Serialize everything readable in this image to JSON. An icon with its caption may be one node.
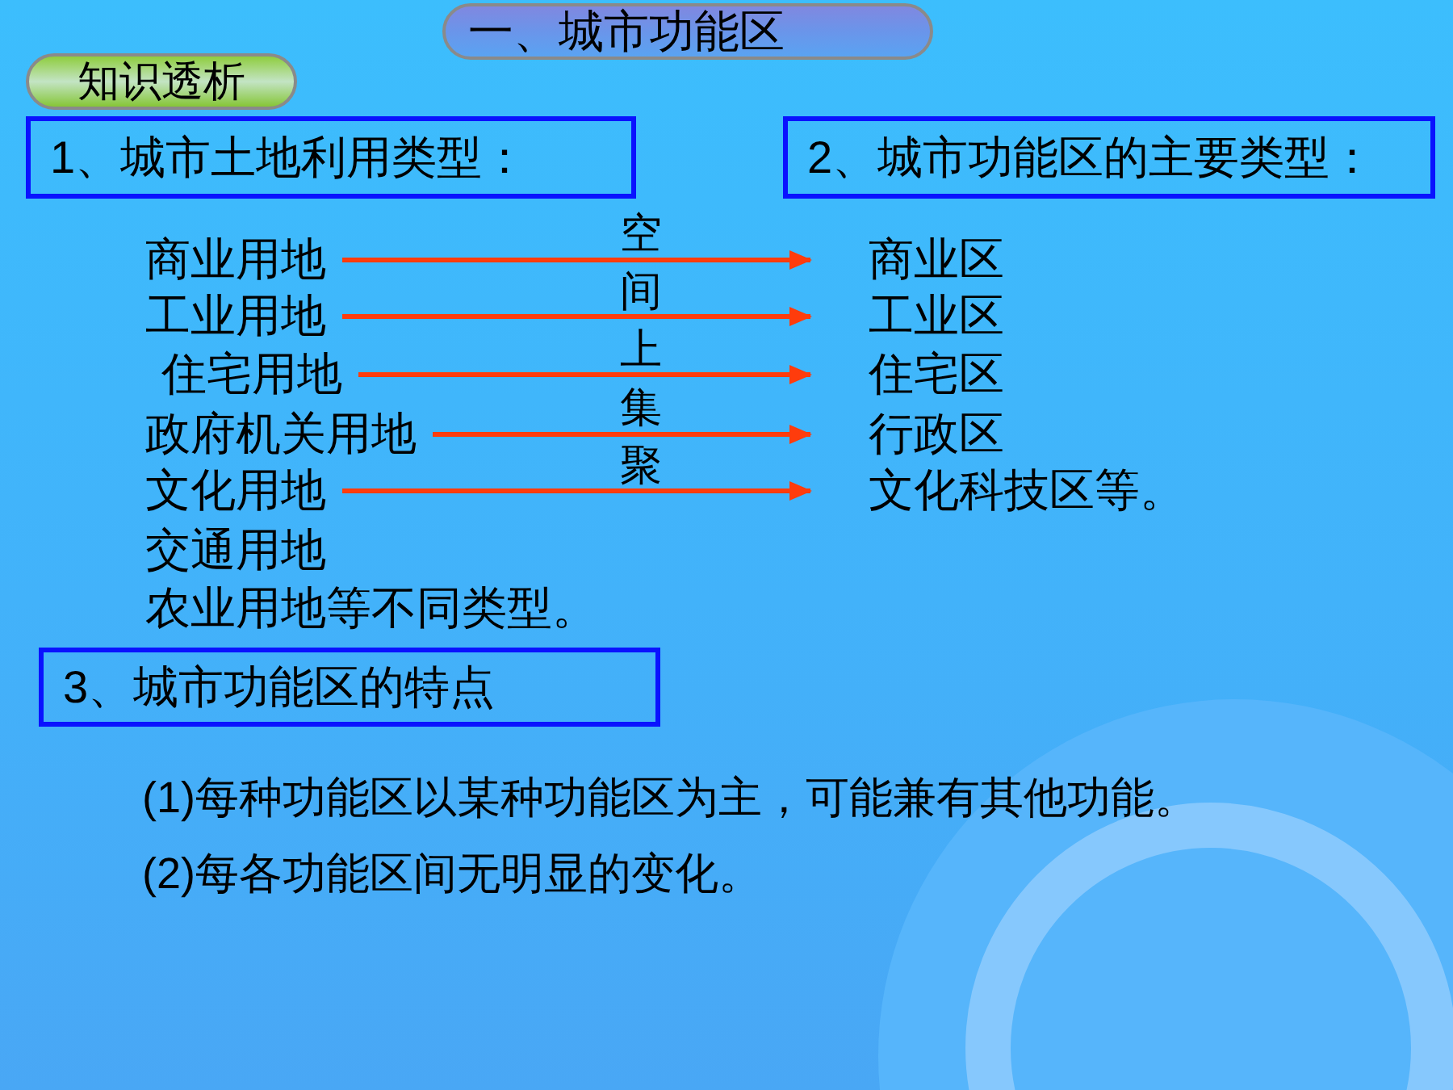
{
  "diagram": {
    "title": "一、城市功能区",
    "nodes": [
      {
        "text": [
          "知识透析"
        ]
      },
      {
        "text": [
          "1、城市土地利用类型："
        ]
      },
      {
        "text": [
          "2、城市功能区的主要类型："
        ]
      },
      {
        "text": [
          "商业用地"
        ]
      },
      {
        "text": [
          "工业用地"
        ]
      },
      {
        "text": [
          "住宅用地"
        ]
      },
      {
        "text": [
          "政府机关用地"
        ]
      },
      {
        "text": [
          "文化用地"
        ]
      },
      {
        "text": [
          "商业区"
        ]
      },
      {
        "text": [
          "工业区"
        ]
      },
      {
        "text": [
          "住宅区"
        ]
      },
      {
        "text": [
          "行政区"
        ]
      },
      {
        "text": [
          "文化科技区等。"
        ]
      },
      {
        "text": [
          "3、城市功能区的特点"
        ]
      }
    ],
    "edges": [
      {
        "from": 3,
        "to": 8,
        "arrow": "to"
      },
      {
        "from": 4,
        "to": 9,
        "arrow": "to"
      },
      {
        "from": 5,
        "to": 10,
        "arrow": "to"
      },
      {
        "from": 6,
        "to": 11,
        "arrow": "to"
      },
      {
        "from": 7,
        "to": 12,
        "arrow": "to"
      }
    ],
    "labels": [
      "空间上集聚",
      "交通用地",
      "农业用地等不同类型。",
      "(1)每种功能区以某种功能区为主，可能兼有其他功能。",
      "(2)每各功能区间无明显的变化。"
    ]
  }
}
